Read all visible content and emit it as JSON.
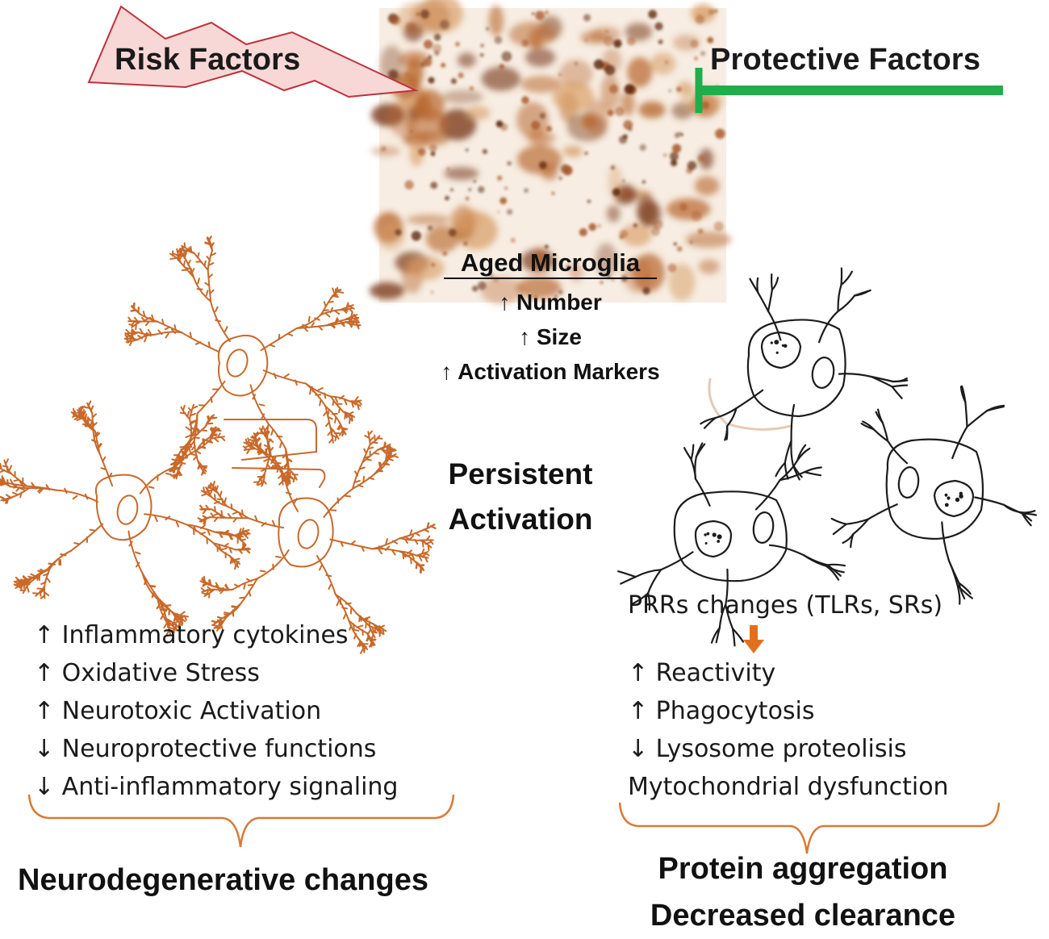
{
  "risk_factors": "Risk Factors",
  "protective_factors": "Protective Factors",
  "microglia": {
    "title": "Aged Microglia",
    "lines": [
      "↑ Number",
      "↑ Size",
      "↑ Activation Markers"
    ]
  },
  "center_label": {
    "line1": "Persistent",
    "line2": "Activation"
  },
  "left_list": [
    "↑ Inflammatory cytokines",
    "↑ Oxidative Stress",
    "↑ Neurotoxic Activation",
    "↓ Neuroprotective functions",
    "↓ Anti-inflammatory signaling"
  ],
  "left_outcome": "Neurodegenerative changes",
  "right_top": "PRRs changes (TLRs, SRs)",
  "right_list": [
    "↑ Reactivity",
    "↑ Phagocytosis",
    "↓ Lysosome proteolisis",
    "Mytochondrial dysfunction"
  ],
  "right_outcome": {
    "line1": "Protein aggregation",
    "line2": "Decreased clearance"
  },
  "colors": {
    "risk_fill": "#f8d7d7",
    "risk_stroke": "#c0303a",
    "protective": "#1fae4b",
    "neuron_stroke": "#c8692a",
    "brace": "#d87a36",
    "arrow": "#e07020",
    "stain": "#b86a30"
  }
}
